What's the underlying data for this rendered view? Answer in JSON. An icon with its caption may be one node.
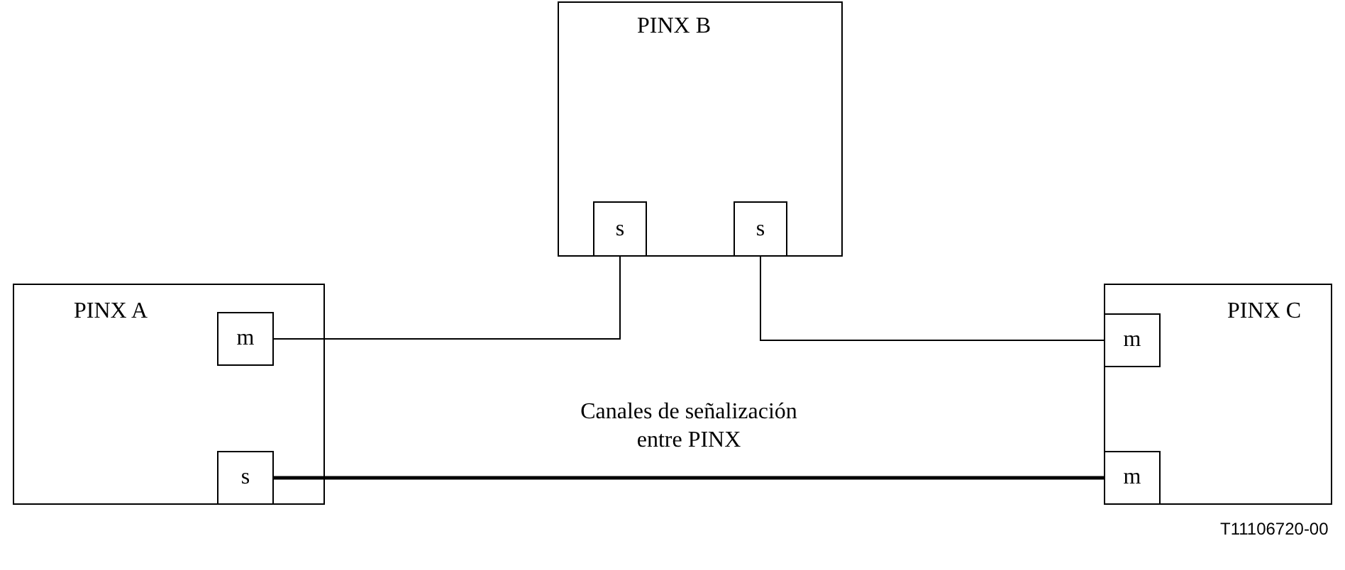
{
  "diagram": {
    "nodes": [
      {
        "text": [
          "PINX B"
        ]
      },
      {
        "text": [
          "s"
        ],
        "in": 0
      },
      {
        "text": [
          "s"
        ],
        "in": 0
      },
      {
        "text": [
          "PINX A"
        ]
      },
      {
        "text": [
          "m"
        ],
        "in": 3
      },
      {
        "text": [
          "s"
        ],
        "in": 3
      },
      {
        "text": [
          "PINX C"
        ]
      },
      {
        "text": [
          "m"
        ],
        "in": 6
      },
      {
        "text": [
          "m"
        ],
        "in": 6
      }
    ],
    "edges": [
      {
        "from": 4,
        "to": 1,
        "arrow": "none"
      },
      {
        "from": 2,
        "to": 7,
        "arrow": "none"
      },
      {
        "from": 5,
        "to": 8,
        "arrow": "none",
        "label": "Canales de señalización entre PINX",
        "style": "thick"
      }
    ],
    "labels": [
      "T11106720-00"
    ]
  }
}
